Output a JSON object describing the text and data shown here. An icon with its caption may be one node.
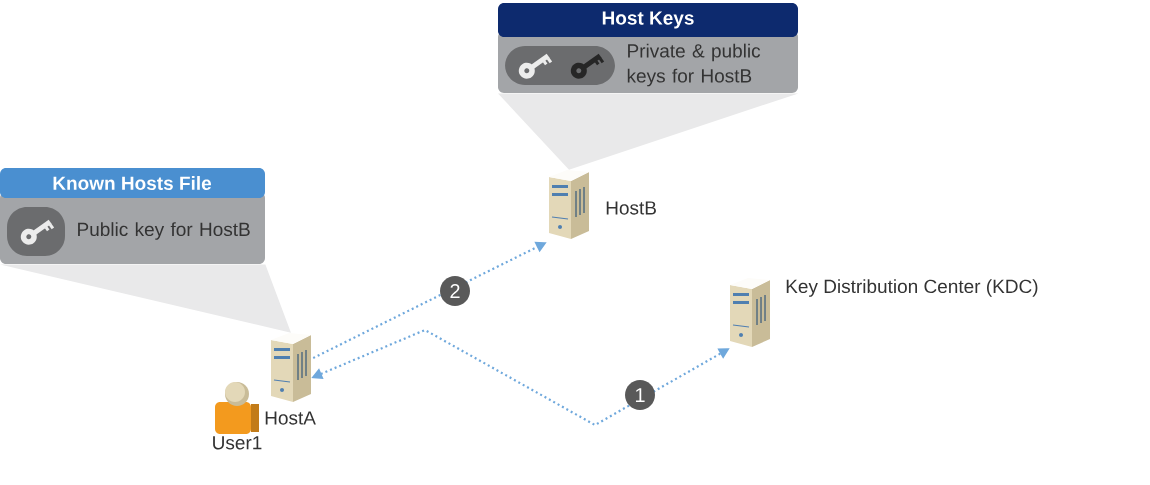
{
  "diagram": {
    "nodes": [
      {
        "text": [
          "Known Hosts File",
          "Public key for HostB"
        ]
      },
      {
        "text": [
          "Host Keys",
          "Private & public keys for HostB"
        ]
      },
      {
        "text": [
          "HostA"
        ]
      },
      {
        "text": [
          "User1"
        ]
      },
      {
        "text": [
          "HostB"
        ]
      },
      {
        "text": [
          "Key Distribution Center (KDC)"
        ]
      }
    ],
    "edges": [
      {
        "from": 2,
        "to": 5,
        "arrow": "both",
        "label": "1"
      },
      {
        "from": 2,
        "to": 4,
        "arrow": "to",
        "label": "2"
      },
      {
        "from": 0,
        "to": 2,
        "arrow": "none"
      },
      {
        "from": 1,
        "to": 4,
        "arrow": "none"
      }
    ]
  }
}
